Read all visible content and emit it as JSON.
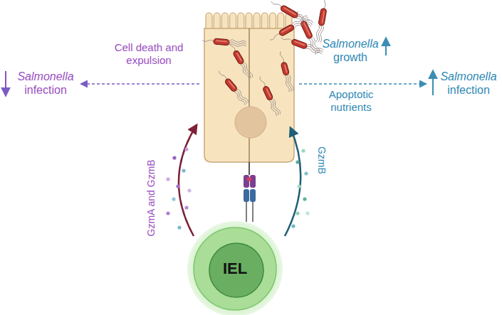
{
  "diagram": {
    "nodes": [
      {
        "text": [
          "IEL"
        ]
      }
    ],
    "labels": [
      "Cell death and expulsion",
      "Salmonella infection",
      "Salmonella growth",
      "Apoptotic nutrients",
      "Salmonella infection",
      "GzmA and GzmB",
      "GzmB"
    ]
  }
}
